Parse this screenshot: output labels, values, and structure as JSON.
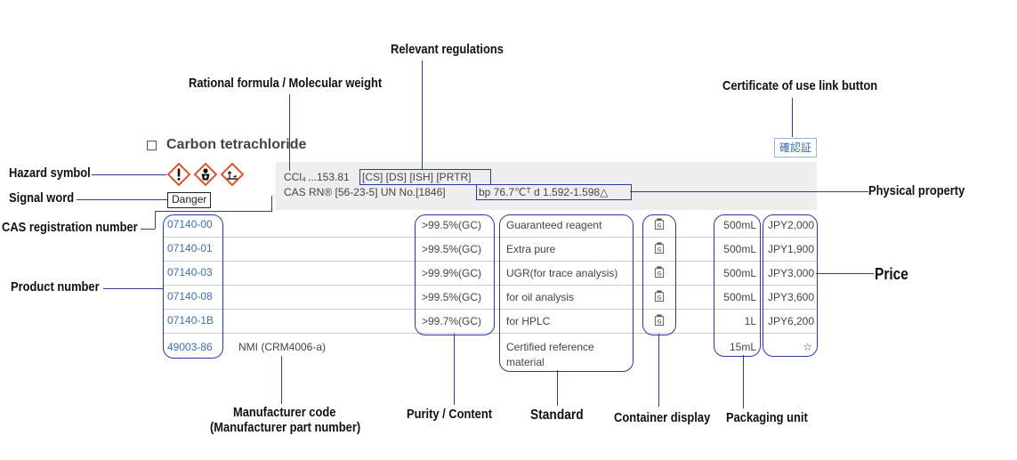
{
  "product": {
    "name": "Carbon tetrachloride",
    "formula": "CCl₄",
    "mol_weight": "...153.81",
    "regulations": "[CS] [DS] [ISH] [PRTR]",
    "cas_line": "CAS RN® [56-23-5]  UN No.[1846]",
    "physical_property": "bp 76.7℃ᵀ d 1.592-1.598△",
    "signal_word": "Danger",
    "certificate_button": "確認証",
    "hazard_icons": [
      "exclamation-hazard-icon",
      "health-hazard-icon",
      "environment-hazard-icon"
    ]
  },
  "rows": [
    {
      "product_number": "07140-00",
      "maker_code": "",
      "purity": ">99.5%(GC)",
      "standard": "Guaranteed reagent",
      "container": "bottle-g-icon",
      "unit": "500mL",
      "price": "JPY2,000"
    },
    {
      "product_number": "07140-01",
      "maker_code": "",
      "purity": ">99.5%(GC)",
      "standard": "Extra pure",
      "container": "bottle-g-icon",
      "unit": "500mL",
      "price": "JPY1,900"
    },
    {
      "product_number": "07140-03",
      "maker_code": "",
      "purity": ">99.9%(GC)",
      "standard": "UGR(for trace analysis)",
      "container": "bottle-g-icon",
      "unit": "500mL",
      "price": "JPY3,000"
    },
    {
      "product_number": "07140-08",
      "maker_code": "",
      "purity": ">99.5%(GC)",
      "standard": "for oil analysis",
      "container": "bottle-g-icon",
      "unit": "500mL",
      "price": "JPY3,600"
    },
    {
      "product_number": "07140-1B",
      "maker_code": "",
      "purity": ">99.7%(GC)",
      "standard": "for HPLC",
      "container": "bottle-g-icon",
      "unit": "1L",
      "price": "JPY6,200"
    },
    {
      "product_number": "49003-86",
      "maker_code": "NMI (CRM4006-a)",
      "purity": "",
      "standard_line1": "Certified reference",
      "standard_line2": "material",
      "container": "",
      "unit": "15mL",
      "price": "☆"
    }
  ],
  "callouts": {
    "relevant_regulations": "Relevant regulations",
    "rational_formula": "Rational formula / Molecular weight",
    "certificate_link": "Certificate of use link button",
    "hazard_symbol": "Hazard symbol",
    "signal_word": "Signal word",
    "physical_property": "Physical property",
    "cas_number": "CAS registration number",
    "product_number": "Product number",
    "price": "Price",
    "manufacturer_code_1": "Manufacturer code",
    "manufacturer_code_2": "(Manufacturer part number)",
    "purity": "Purity / Content",
    "standard": "Standard",
    "container_display": "Container display",
    "packaging_unit": "Packaging unit"
  },
  "colors": {
    "annotation": "#2a3aa0",
    "link": "#3b6fb6",
    "hazard": "#d9562b",
    "panel": "#eeeeee"
  }
}
